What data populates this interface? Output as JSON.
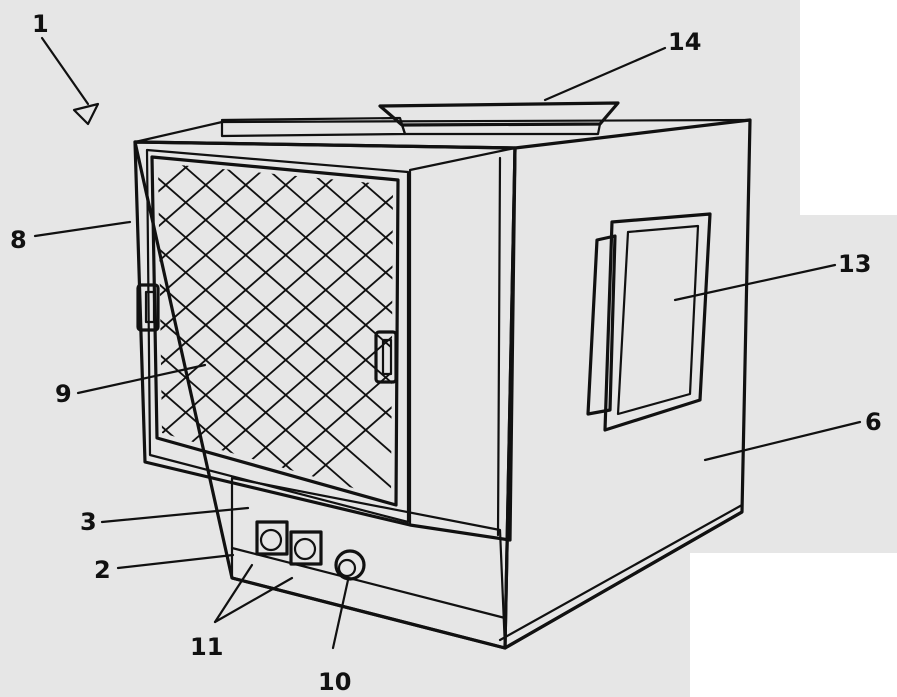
{
  "figure": {
    "labels": {
      "l1": "1",
      "l2": "2",
      "l3": "3",
      "l6": "6",
      "l8": "8",
      "l9": "9",
      "l10": "10",
      "l11": "11",
      "l13": "13",
      "l14": "14"
    }
  },
  "colors": {
    "paper": "#e6e6e6",
    "ink": "#111111",
    "panel": "#ececec",
    "window_glass": "#f6f6f6"
  }
}
